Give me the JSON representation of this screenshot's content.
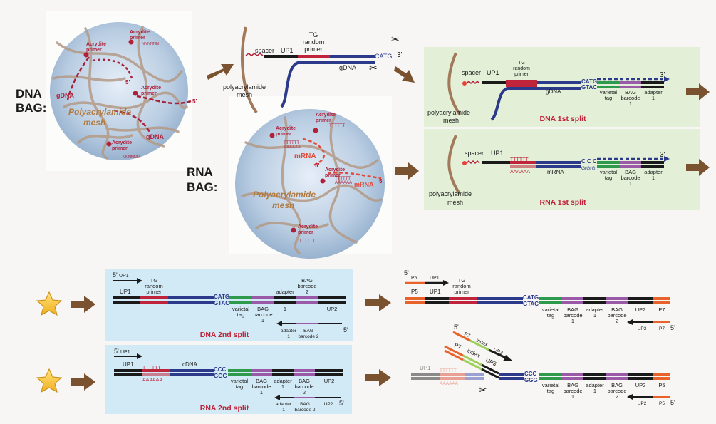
{
  "bag_labels": {
    "dna": [
      "DNA",
      "BAG:"
    ],
    "rna": [
      "RNA",
      "BAG:"
    ]
  },
  "dna_bag": {
    "mesh": [
      "Polyacrylamide",
      "mesh"
    ],
    "acrydite": [
      "Acrydite",
      "primer"
    ],
    "gdna": "gDNA",
    "five_prime": "5'",
    "random": "NNNNNN"
  },
  "rna_bag": {
    "mesh": [
      "Polyacrylamide",
      "mesh"
    ],
    "acrydite": [
      "Acrydite",
      "primer"
    ],
    "mrna": "mRNA",
    "five_prime": "5'",
    "polyt": "TTTTTT",
    "polya": "AAAAAA"
  },
  "top_construct": {
    "spacer": "spacer",
    "up1": "UP1",
    "tg": [
      "TG",
      "random",
      "primer"
    ],
    "catg": "CATG",
    "three_prime": "3'",
    "gdna": "gDNA",
    "mesh": [
      "polyacrylamide",
      "mesh"
    ]
  },
  "split1_dna": {
    "title": "DNA 1st split",
    "spacer": "spacer",
    "up1": "UP1",
    "tg": [
      "TG",
      "random",
      "primer"
    ],
    "gdna": "gDNA",
    "catg": "CATG",
    "gtac": "GTAC",
    "three_prime": "3'",
    "varietal": [
      "varietal",
      "tag"
    ],
    "bag": [
      "BAG",
      "barcode",
      "1"
    ],
    "adapter": [
      "adapter",
      "1"
    ],
    "mesh": [
      "polyacrylamide",
      "mesh"
    ]
  },
  "split1_rna": {
    "title": "RNA 1st split",
    "spacer": "spacer",
    "up1": "UP1",
    "polyt": "TTTTTT",
    "polya": "AAAAAA",
    "mrna": "mRNA",
    "ccc": "C C C",
    "ggg": "GrGrG",
    "three_prime": "3'",
    "varietal": [
      "varietal",
      "tag"
    ],
    "bag": [
      "BAG",
      "barcode",
      "1"
    ],
    "adapter": [
      "adapter",
      "1"
    ],
    "mesh": [
      "polyacrylamide",
      "mesh"
    ]
  },
  "split2_dna": {
    "title": "DNA 2nd split",
    "five_up1": "5'",
    "up1_small": "UP1",
    "up1": "UP1",
    "tg": [
      "TG",
      "random",
      "primer"
    ],
    "catg": "CATG",
    "gtac": "GTAC",
    "varietal": [
      "varietal",
      "tag"
    ],
    "bag1": [
      "BAG",
      "barcode",
      "1"
    ],
    "adapter": [
      "adapter",
      "1"
    ],
    "bag2": [
      "BAG",
      "barcode",
      "2"
    ],
    "up2": "UP2",
    "rev_adapter": [
      "adapter",
      "1"
    ],
    "rev_bag": [
      "BAG",
      "barcode 2"
    ],
    "rev_five": "5'"
  },
  "split2_rna": {
    "title": "RNA 2nd split",
    "five_up1": "5'",
    "up1_small": "UP1",
    "up1": "UP1",
    "cdna": "cDNA",
    "polyt": "TTTTTT",
    "polya": "AAAAAA",
    "ccc": "CCC",
    "ggg": "GGG",
    "varietal": [
      "varietal",
      "tag"
    ],
    "bag1": [
      "BAG",
      "barcode",
      "1"
    ],
    "adapter": [
      "adapter",
      "1"
    ],
    "bag2": [
      "BAG",
      "barcode",
      "2"
    ],
    "up2": "UP2",
    "rev_adapter": [
      "adapter",
      "1"
    ],
    "rev_bag": [
      "BAG",
      "barcode 2"
    ],
    "rev_up2": "UP2",
    "rev_five": "5'"
  },
  "final_dna": {
    "five": "5'",
    "p5": "P5",
    "up1": "UP1",
    "tg": [
      "TG",
      "random",
      "primer"
    ],
    "catg": "CATG",
    "gtac": "GTAC",
    "varietal": [
      "varietal",
      "tag"
    ],
    "bag1": [
      "BAG",
      "barcode",
      "1"
    ],
    "adapter": [
      "adapter",
      "1"
    ],
    "bag2": [
      "BAG",
      "barcode",
      "2"
    ],
    "up2": "UP2",
    "p7": "P7",
    "rev_up2": "UP2",
    "rev_p7": "P7",
    "rev_five": "5'"
  },
  "final_rna": {
    "five": "5'",
    "p7": "P7",
    "index": "index",
    "up3": "UP3",
    "up1": "UP1",
    "polyt": "TTTTTT",
    "polya": "AAAAAA",
    "ccc": "CCC",
    "ggg": "GGG",
    "varietal": [
      "varietal",
      "tag"
    ],
    "bag1": [
      "BAG",
      "barcode",
      "1"
    ],
    "adapter": [
      "adapter",
      "1"
    ],
    "bag2": [
      "BAG",
      "barcode",
      "2"
    ],
    "up2": "UP2",
    "p5": "P5",
    "rev_up2": "UP2",
    "rev_p5": "P5",
    "rev_five": "5'"
  },
  "colors": {
    "arrow": "#7a5230",
    "black": "#1a1a1a",
    "red": "#c0243a",
    "blue": "#2b3a8a",
    "green": "#2e9a4c",
    "purple": "#9a5aa8",
    "orange": "#e8622a",
    "darkred": "#b0203a",
    "mesh": "#a07a5a",
    "panel_green": "#e4f0d8",
    "panel_blue": "#d4ecf6",
    "star": "#f2c230"
  }
}
